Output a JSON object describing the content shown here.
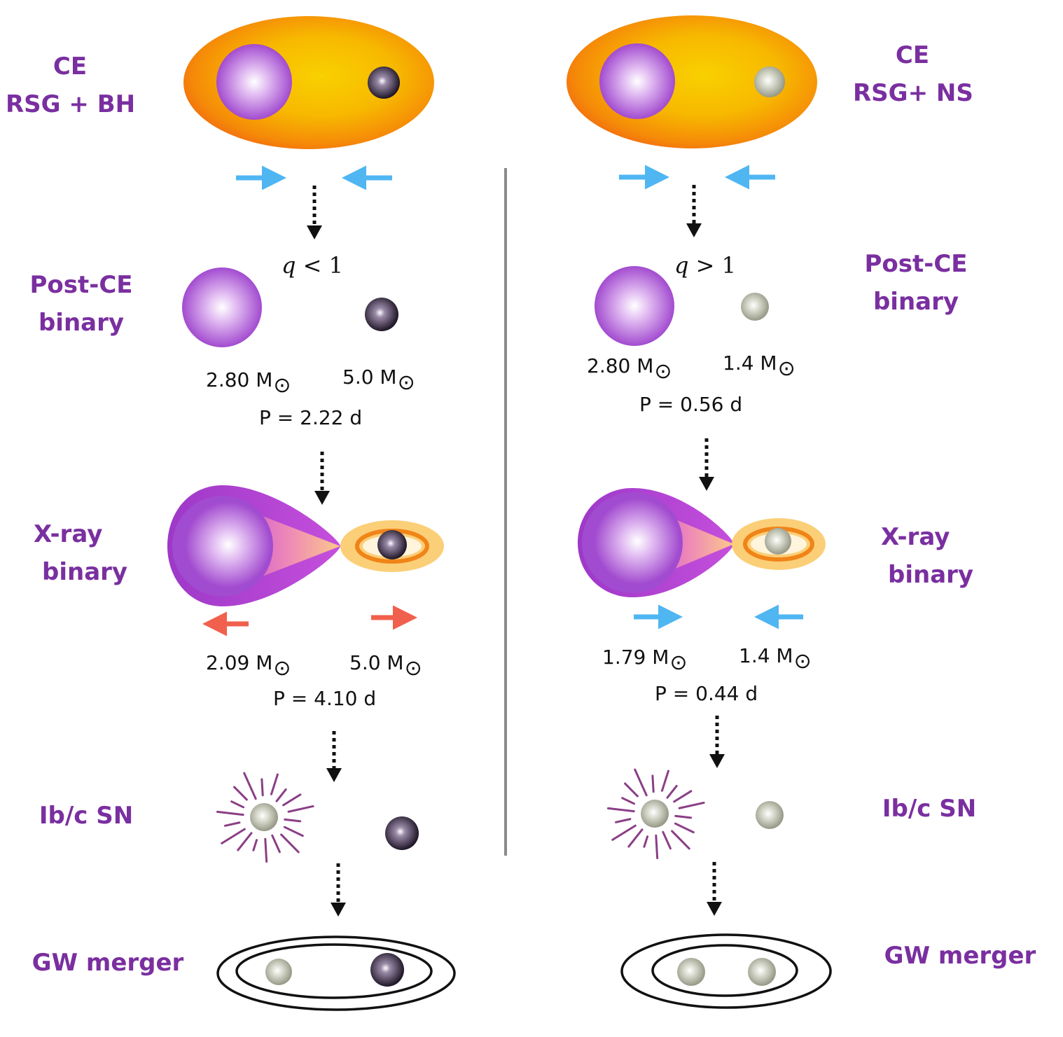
{
  "left": {
    "ce_label": [
      "CE",
      "RSG + BH"
    ],
    "postce_label": [
      "Post-CE",
      "binary"
    ],
    "q": "q < 1",
    "postce_masses": [
      "2.80 M",
      "5.0 M"
    ],
    "postce_period": "P = 2.22 d",
    "xray_label": [
      "X-ray",
      "binary"
    ],
    "xray_masses": [
      "2.09 M",
      "5.0 M"
    ],
    "xray_period": "P = 4.10 d",
    "sn_label": "Ib/c SN",
    "gw_label": "GW merger"
  },
  "right": {
    "ce_label": [
      "CE",
      "RSG+ NS"
    ],
    "postce_label": [
      "Post-CE",
      "binary"
    ],
    "q": "q > 1",
    "postce_masses": [
      "2.80 M",
      "1.4 M"
    ],
    "postce_period": "P = 0.56 d",
    "xray_label": [
      "X-ray",
      "binary"
    ],
    "xray_masses": [
      "1.79 M",
      "1.4 M"
    ],
    "xray_period": "P = 0.44 d",
    "sn_label": "Ib/c SN",
    "gw_label": "GW merger"
  },
  "sun_symbol": "⊙",
  "colors": {
    "label": "#7a2fa0",
    "envelope_outer": "#f26a10",
    "envelope_inner": "#f8c000",
    "star_purple": "#b055d8",
    "black_hole": "#2a1e33",
    "neutron_star": "#a9ab9c",
    "arrow_in": "#4fb6f2",
    "arrow_out": "#f0604c",
    "divider": "#8a8a8a",
    "sn_rays": "#8a3f86"
  },
  "icons": {
    "dotted_arrow": "dotted-down-arrow-icon",
    "sn_burst": "supernova-burst-icon",
    "orbit_rings": "orbit-rings-icon"
  }
}
